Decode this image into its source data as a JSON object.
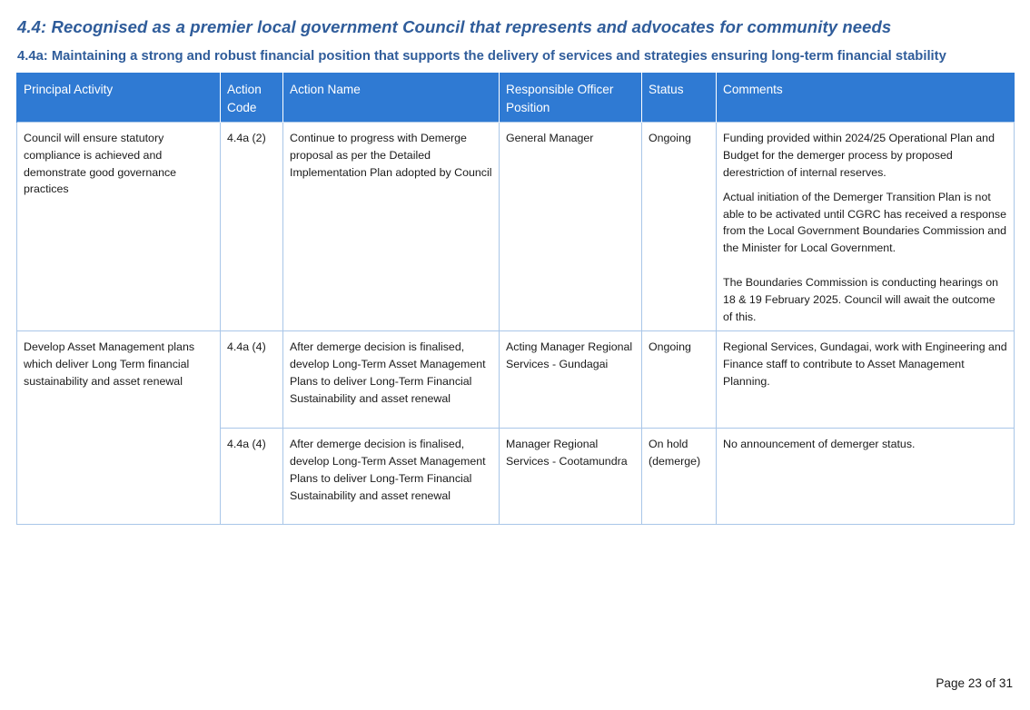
{
  "heading": "4.4: Recognised as a premier local government Council that represents and advocates for community needs",
  "subheading": "4.4a: Maintaining a strong and robust financial position that supports the delivery of services and strategies ensuring long-term financial stability",
  "table": {
    "headers": {
      "principal_activity": "Principal Activity",
      "action_code": "Action Code",
      "action_name": "Action Name",
      "responsible_officer": "Responsible Officer Position",
      "status": "Status",
      "comments": "Comments"
    },
    "rows": [
      {
        "principal_activity": "Council will ensure statutory compliance is achieved and demonstrate good governance practices",
        "action_code": "4.4a (2)",
        "action_name": "Continue to progress with Demerge proposal as per the Detailed Implementation Plan adopted by Council",
        "responsible_officer": "General Manager",
        "status": "Ongoing",
        "comments": [
          "Funding provided within 2024/25 Operational Plan and Budget for the demerger process by proposed derestriction of internal reserves.",
          "Actual initiation of the Demerger Transition Plan is not able to be activated until CGRC has received a response from the Local Government Boundaries Commission and the Minister for Local Government.",
          "The Boundaries Commission is conducting hearings on 18 & 19 February 2025. Council will await the outcome of this."
        ]
      },
      {
        "principal_activity": "Develop Asset Management plans which deliver Long Term financial sustainability and asset renewal",
        "action_code": "4.4a (4)",
        "action_name": "After demerge decision is finalised, develop Long-Term Asset Management Plans to deliver Long-Term Financial Sustainability and asset renewal",
        "responsible_officer": "Acting Manager Regional Services - Gundagai",
        "status": "Ongoing",
        "comments": [
          "Regional Services, Gundagai, work with Engineering and Finance staff to contribute to Asset Management Planning."
        ]
      },
      {
        "action_code": "4.4a (4)",
        "action_name": "After demerge decision is finalised, develop Long-Term Asset Management Plans to deliver Long-Term Financial Sustainability and asset renewal",
        "responsible_officer": "Manager Regional Services - Cootamundra",
        "status": "On hold (demerge)",
        "comments": [
          "No announcement of demerger status."
        ]
      }
    ]
  },
  "footer": {
    "page_label": "Page 23 of 31"
  },
  "colors": {
    "heading": "#2f5c9a",
    "table_header_bg": "#2f7ad3",
    "table_border": "#a9c6e8"
  }
}
